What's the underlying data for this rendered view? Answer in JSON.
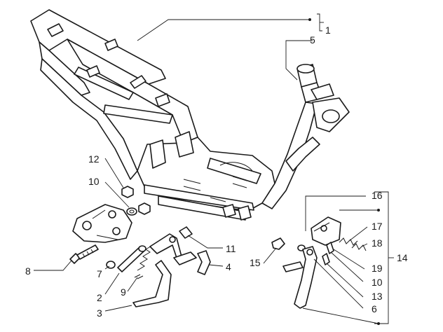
{
  "callouts": [
    "1",
    "5",
    "12",
    "10",
    "8",
    "7",
    "2",
    "9",
    "3",
    "11",
    "4",
    "16",
    "17",
    "18",
    "14",
    "15",
    "19",
    "10",
    "13",
    "6"
  ],
  "colors": {
    "ink": "#1a1a1a",
    "paper": "#ffffff"
  }
}
